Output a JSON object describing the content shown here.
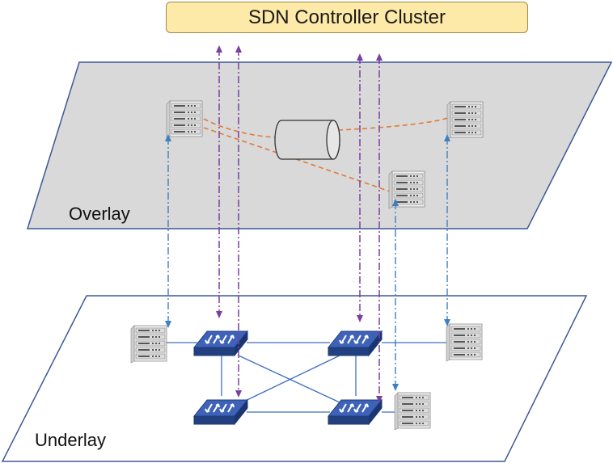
{
  "controller": {
    "label": "SDN Controller Cluster"
  },
  "planes": {
    "overlay": {
      "label": "Overlay"
    },
    "underlay": {
      "label": "Underlay"
    }
  },
  "colors": {
    "overlay_fill": "#d9d9d9",
    "plane_border": "#3b5998",
    "controller_fill": "#fde9a8",
    "control_link": "#7b3fa0",
    "mapping_link": "#3f7fbf",
    "tunnel_link": "#e07b39",
    "switch_fill": "#2f4f9e",
    "physical_link": "#3f6fbf"
  },
  "icons": [
    "server-icon",
    "switch-icon",
    "tunnel-cylinder-icon",
    "arrow-up-icon",
    "arrow-down-icon"
  ]
}
